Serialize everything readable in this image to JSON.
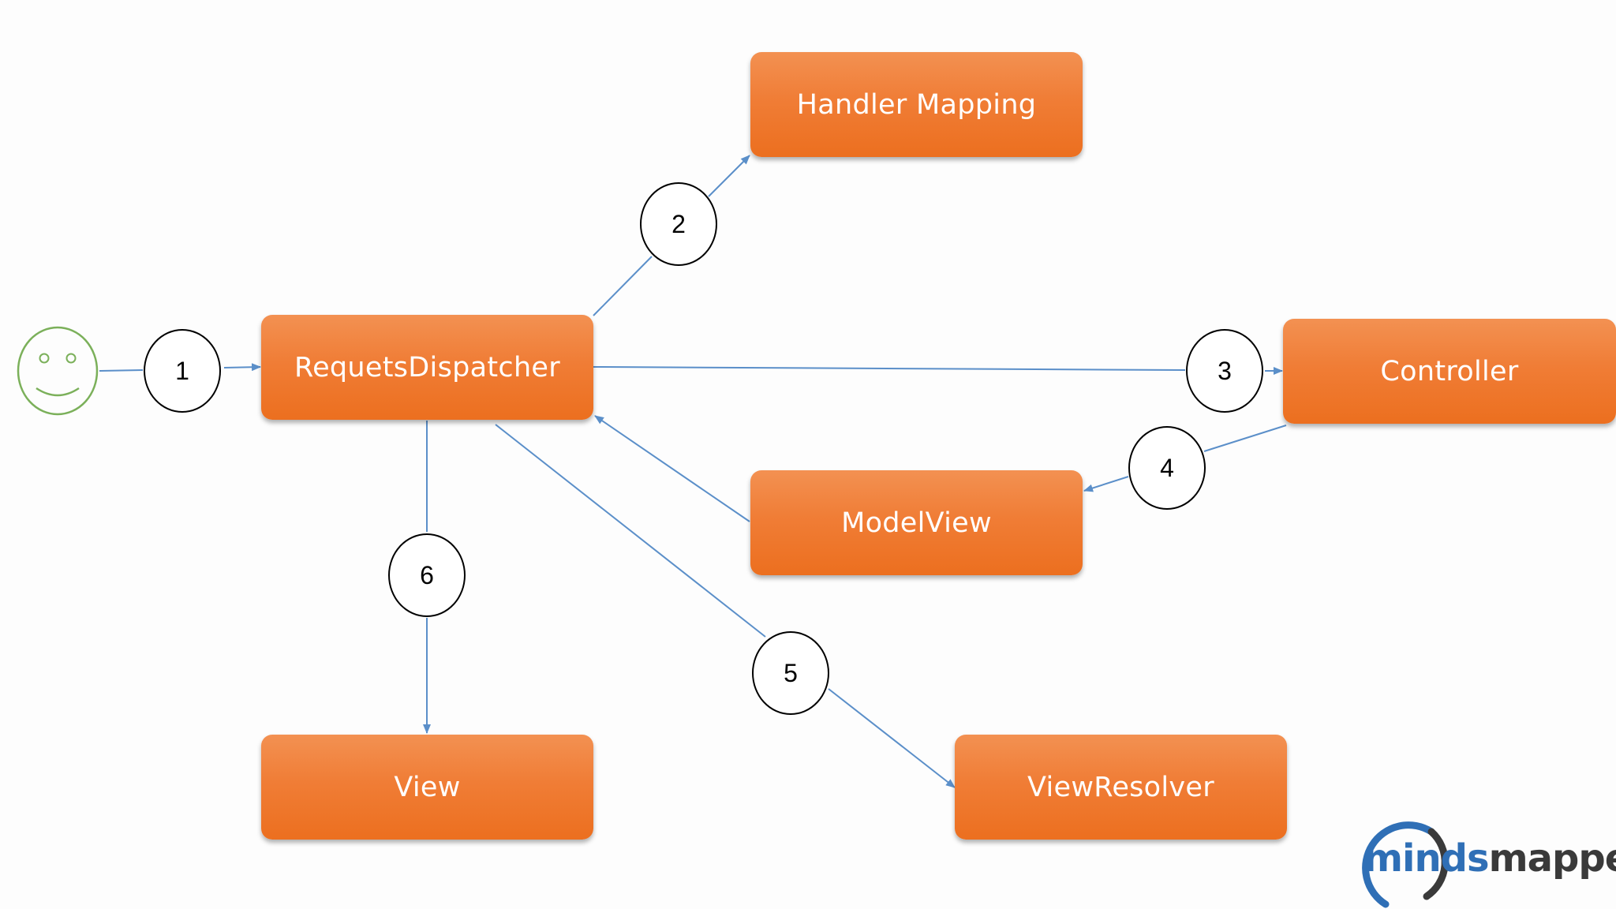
{
  "nodes": {
    "dispatcher": "RequetsDispatcher",
    "handler_mapping": "Handler Mapping",
    "controller": "Controller",
    "model_view": "ModelView",
    "view": "View",
    "view_resolver": "ViewResolver"
  },
  "steps": [
    "1",
    "2",
    "3",
    "4",
    "5",
    "6"
  ],
  "logo": {
    "part_a": "minds",
    "part_b": "mapped"
  },
  "colors": {
    "box_orange": "#f07d36",
    "arrow_blue": "#5b8fc9",
    "smiley_green": "#7bb05a"
  }
}
